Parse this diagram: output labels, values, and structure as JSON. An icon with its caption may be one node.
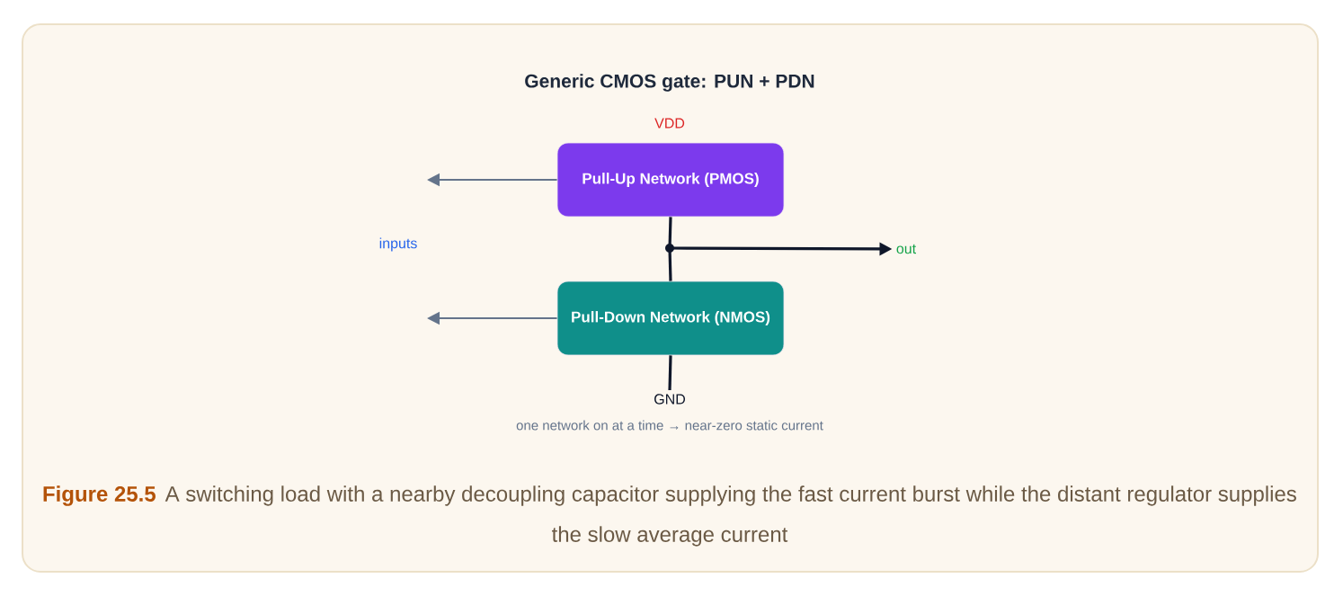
{
  "diagram": {
    "title": "Generic CMOS gate: PUN + PDN",
    "caption": "A switching load with a nearby decoupling capacitor supplying the fast current burst while the distant regulator supplies the slow average current",
    "nodes": [
      {
        "text": [
          "Pull-Up Network (PMOS)"
        ]
      },
      {
        "text": [
          "Pull-Down Network (NMOS)"
        ]
      },
      {
        "text": [],
        "shape": "circle"
      },
      {
        "text": [
          "out"
        ]
      },
      {
        "text": [
          "GND"
        ]
      }
    ],
    "edges": [
      {
        "from": 0,
        "to": null,
        "arrow": "to",
        "color": "#64748b"
      },
      {
        "from": 1,
        "to": null,
        "arrow": "to",
        "color": "#64748b"
      },
      {
        "from": 0,
        "to": 2,
        "arrow": "none"
      },
      {
        "from": 2,
        "to": 1,
        "arrow": "none"
      },
      {
        "from": 2,
        "to": 3,
        "arrow": "to"
      },
      {
        "from": 1,
        "to": 4,
        "arrow": "none"
      }
    ],
    "labels": [
      "VDD",
      "inputs",
      "one network on at a time → near-zero static current",
      "Figure 25.5"
    ]
  }
}
